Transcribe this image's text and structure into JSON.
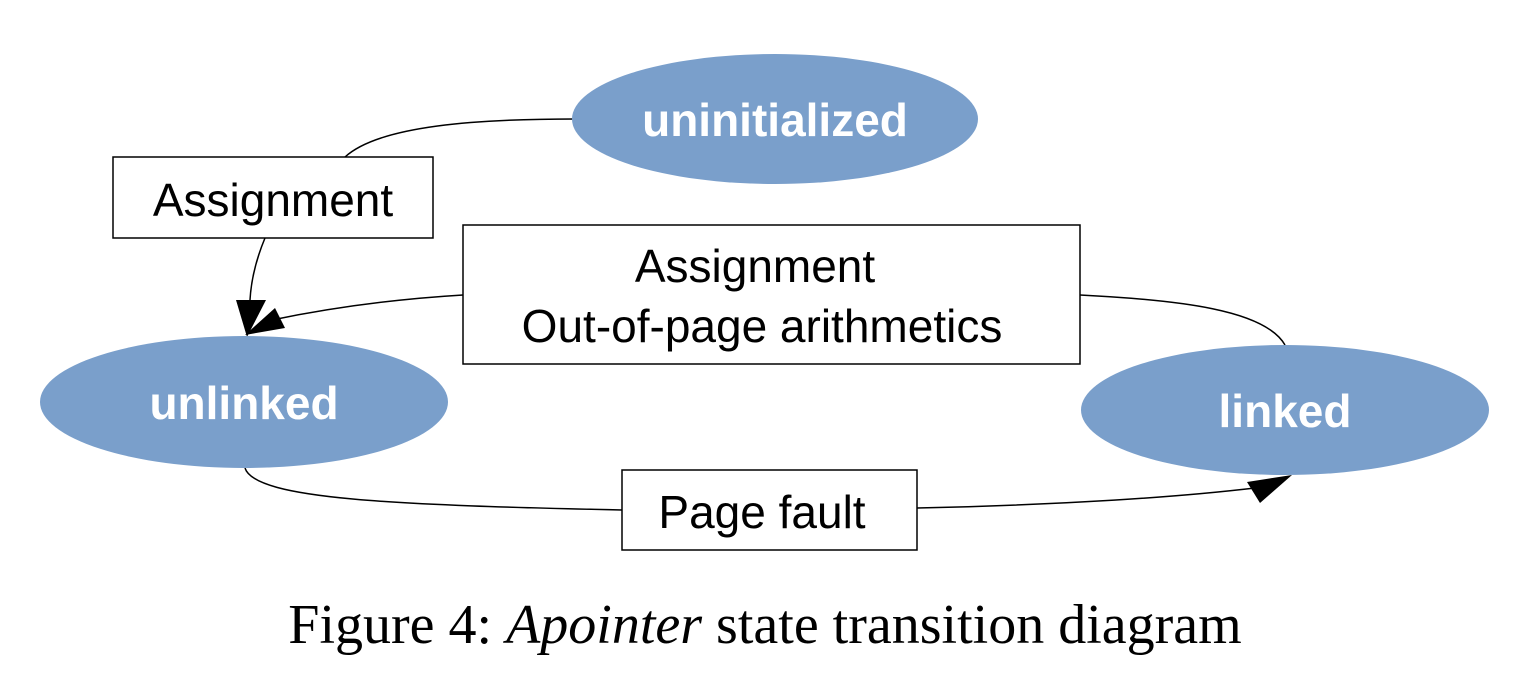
{
  "diagram": {
    "node_color": "#7a9fcb",
    "node_text_color": "#ffffff",
    "nodes": {
      "uninitialized": "uninitialized",
      "unlinked": "unlinked",
      "linked": "linked"
    },
    "edges": {
      "uninitialized_to_unlinked": {
        "label": "Assignment"
      },
      "linked_to_unlinked": {
        "label_line1": "Assignment",
        "label_line2": "Out-of-page arithmetics"
      },
      "unlinked_to_linked": {
        "label": "Page fault"
      }
    }
  },
  "caption": {
    "prefix": "Figure 4:",
    "emphasis": "Apointer",
    "suffix": "state transition diagram"
  }
}
